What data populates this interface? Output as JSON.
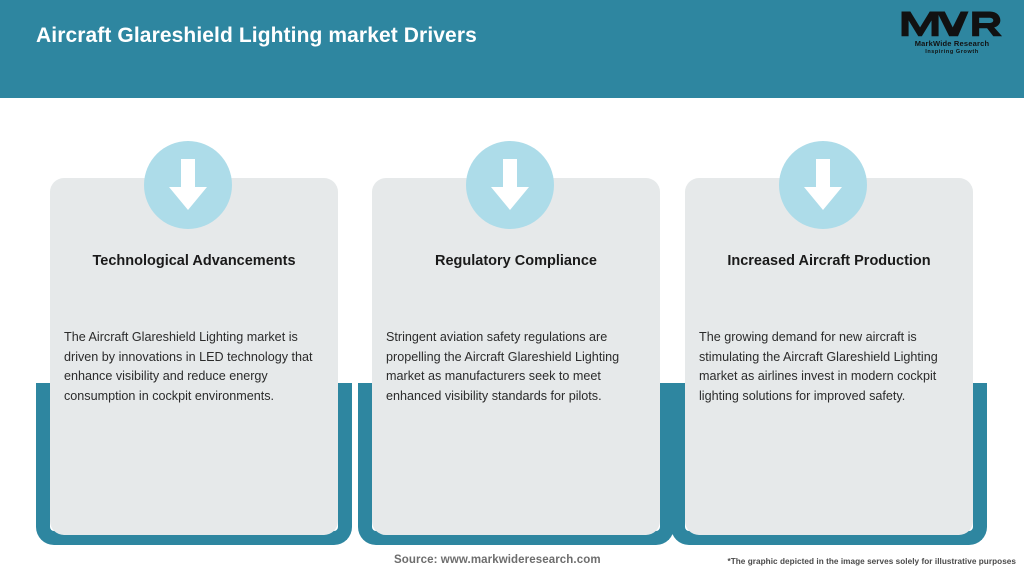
{
  "header": {
    "title": "Aircraft Glareshield Lighting market Drivers",
    "background_color": "#2e86a0",
    "title_color": "#ffffff",
    "logo": {
      "mark": "MWR",
      "name": "MarkWide Research",
      "tagline": "Inspiring Growth"
    }
  },
  "theme": {
    "accent_teal": "#2e86a0",
    "badge_blue": "#addce9",
    "card_gray": "#e6e9ea",
    "arrow_white": "#ffffff"
  },
  "cards": [
    {
      "icon": "down-arrow-icon",
      "title": "Technological Advancements",
      "body": "The Aircraft Glareshield Lighting market is driven by innovations in LED technology that enhance visibility and reduce energy consumption in cockpit environments."
    },
    {
      "icon": "down-arrow-icon",
      "title": "Regulatory Compliance",
      "body": "Stringent aviation safety regulations are propelling the Aircraft Glareshield Lighting market as manufacturers seek to meet enhanced visibility standards for pilots."
    },
    {
      "icon": "down-arrow-icon",
      "title": "Increased Aircraft Production",
      "body": "The growing demand for new aircraft is stimulating the Aircraft Glareshield Lighting market as airlines invest in modern cockpit lighting solutions for improved safety."
    }
  ],
  "footer": {
    "source": "Source: www.markwideresearch.com",
    "disclaimer": "*The graphic depicted in the image serves solely for illustrative purposes"
  }
}
